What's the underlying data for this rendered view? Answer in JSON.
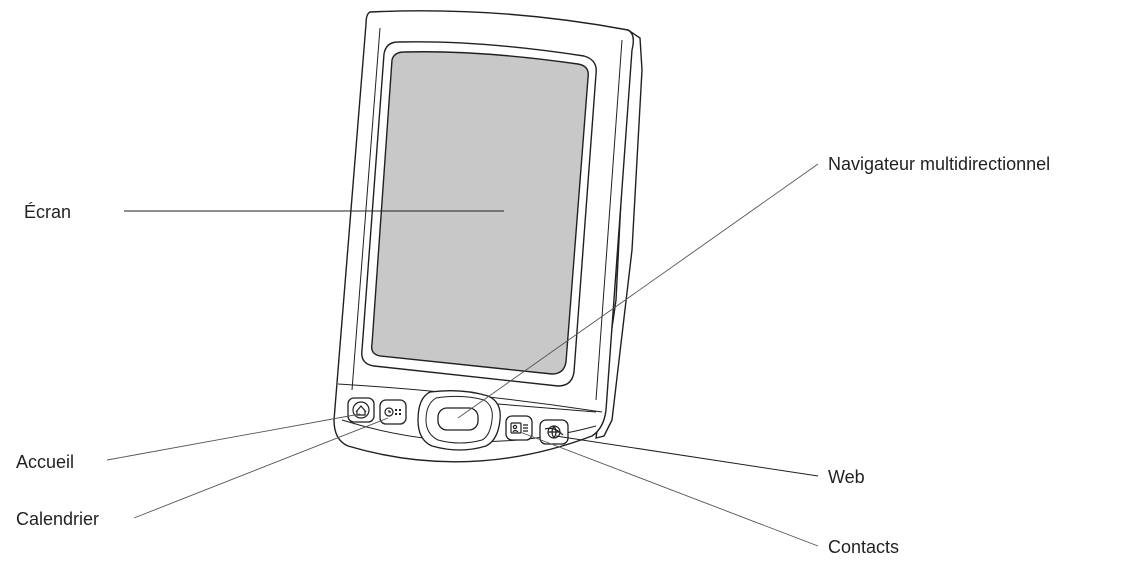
{
  "labels": {
    "screen": "Écran",
    "navigator": "Navigateur multidirectionnel",
    "home": "Accueil",
    "calendar": "Calendrier",
    "web": "Web",
    "contacts": "Contacts"
  },
  "icons": {
    "home_button": "home-icon",
    "calendar_button": "calendar-icon",
    "contacts_button": "contacts-icon",
    "web_button": "globe-icon"
  },
  "colors": {
    "screen_fill": "#c8c8c8",
    "line": "#231f20"
  }
}
